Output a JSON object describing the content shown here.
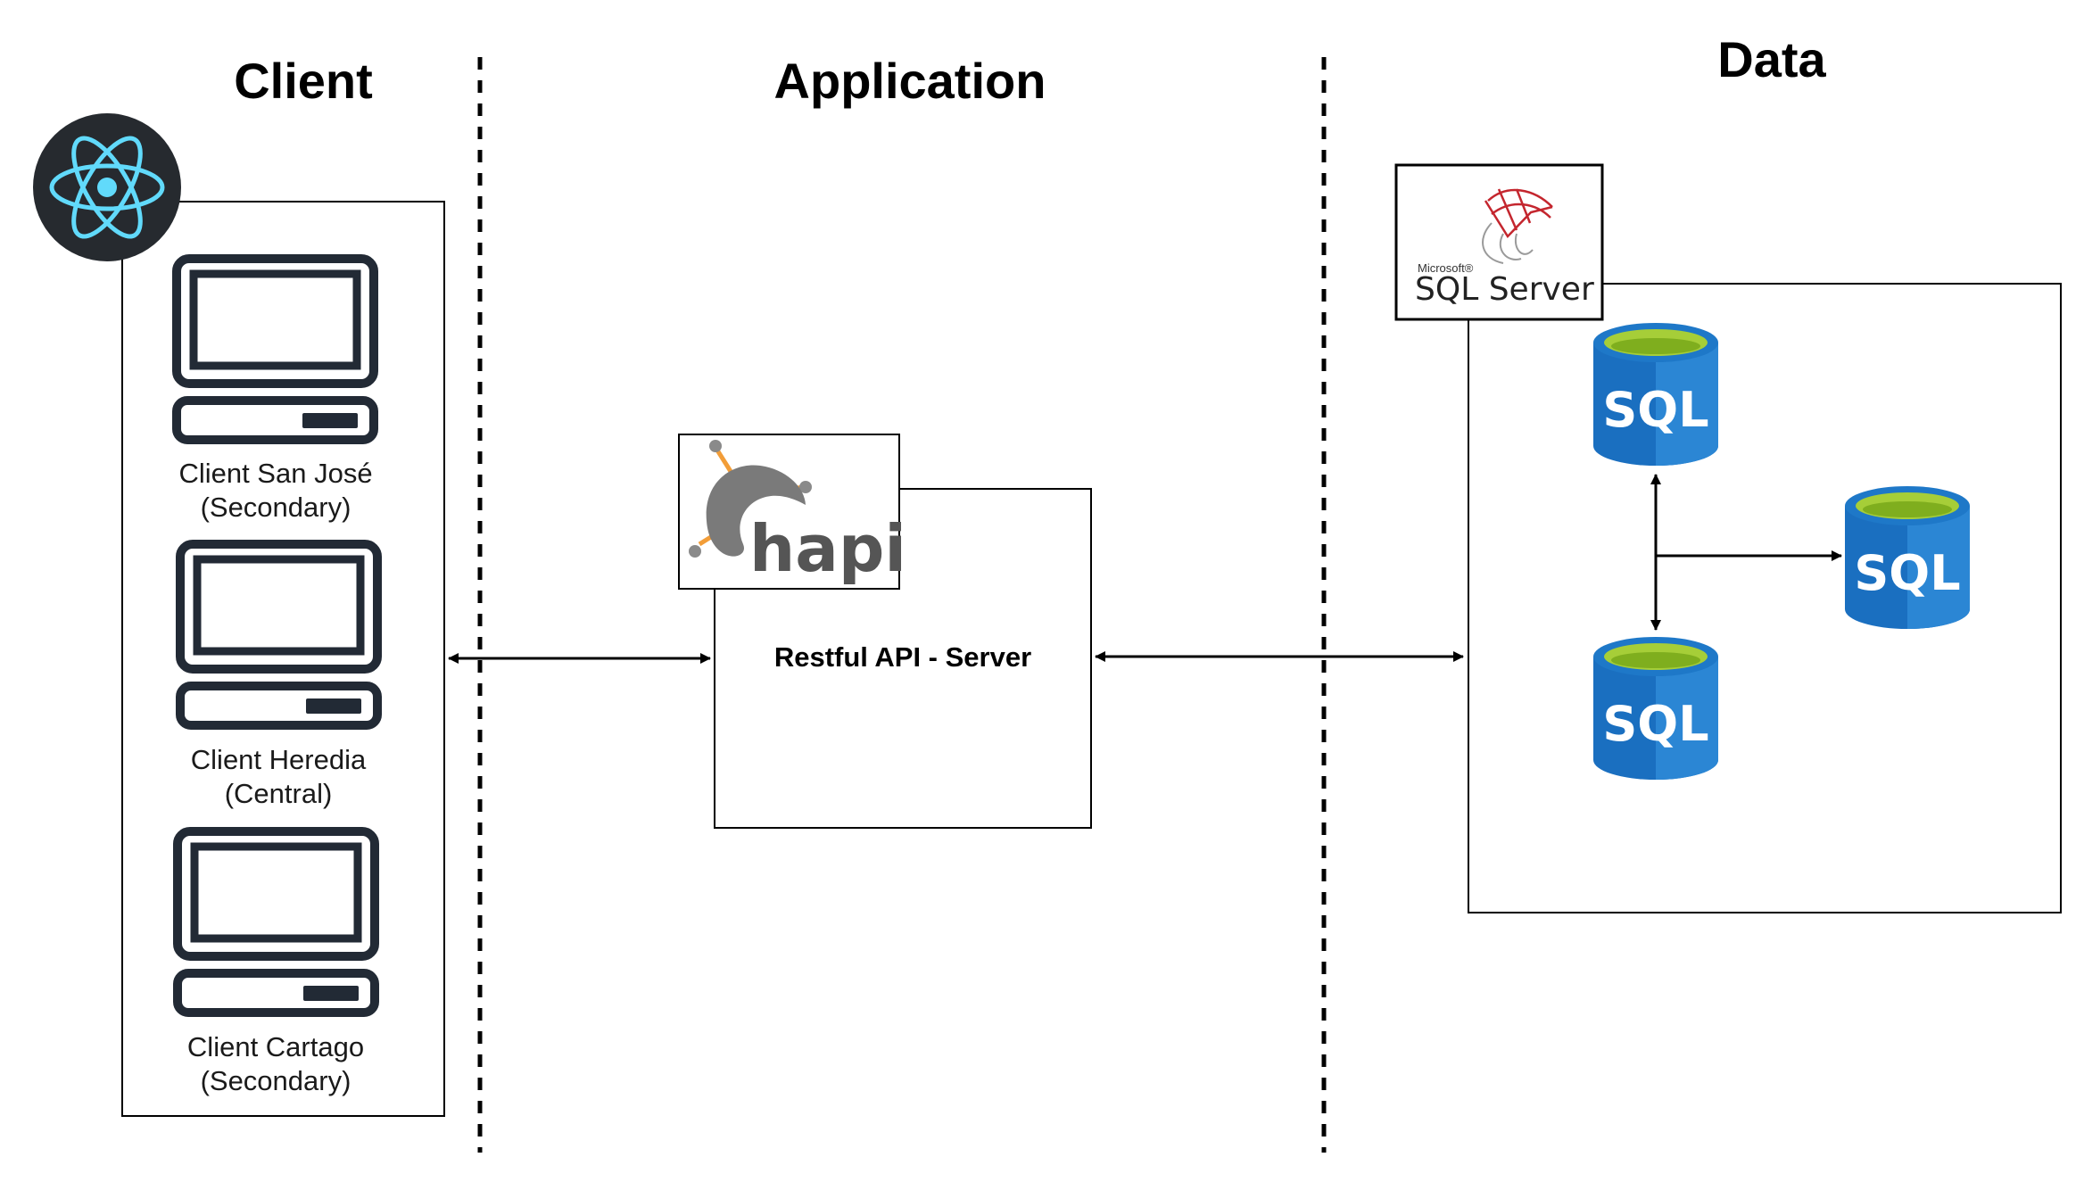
{
  "headers": {
    "client": "Client",
    "application": "Application",
    "data": "Data"
  },
  "clients": [
    {
      "name": "Client San José",
      "role": "(Secondary)"
    },
    {
      "name": "Client Heredia",
      "role": "(Central)"
    },
    {
      "name": "Client Cartago",
      "role": "(Secondary)"
    }
  ],
  "server": {
    "label": "Restful API - Server",
    "logo_text": "hapi"
  },
  "database": {
    "logo_small": "Microsoft®",
    "logo_main": "SQL Server",
    "node_label": "SQL"
  },
  "icons": {
    "client_framework": "react-logo-icon",
    "server_framework": "hapi-logo-icon",
    "db_vendor": "sql-server-logo-icon",
    "computer": "desktop-computer-icon",
    "db_node": "sql-database-icon"
  },
  "colors": {
    "react_badge_bg": "#262a2f",
    "react_atom": "#61dafb",
    "computer_stroke": "#222a35",
    "sql_blue": "#0f73c6",
    "sql_blue_light": "#3a8fd6",
    "sql_top_green": "#a6ce38",
    "sqlserver_red": "#c4262e",
    "hapi_gray": "#555555",
    "hapi_orange": "#f29d38"
  }
}
